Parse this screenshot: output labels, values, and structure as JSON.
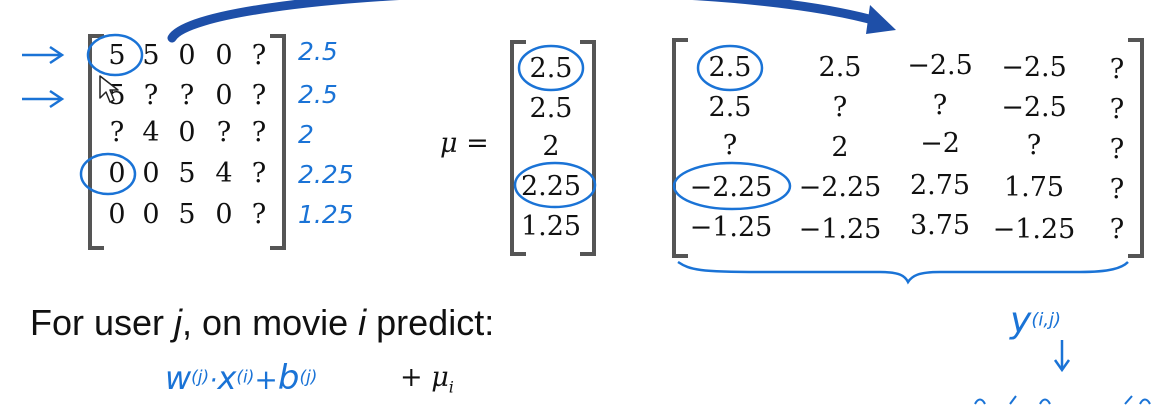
{
  "left_matrix": {
    "rows": [
      [
        "5",
        "5",
        "0",
        "0",
        "?"
      ],
      [
        "5",
        "?",
        "?",
        "0",
        "?"
      ],
      [
        "?",
        "4",
        "0",
        "?",
        "?"
      ],
      [
        "0",
        "0",
        "5",
        "4",
        "?"
      ],
      [
        "0",
        "0",
        "5",
        "0",
        "?"
      ]
    ]
  },
  "row_means_handwritten": [
    "2.5",
    "2.5",
    "2",
    "2.25",
    "1.25"
  ],
  "mu_label": "μ =",
  "mu_vector": [
    "2.5",
    "2.5",
    "2",
    "2.25",
    "1.25"
  ],
  "right_matrix": {
    "rows": [
      [
        "2.5",
        "2.5",
        "−2.5",
        "−2.5",
        "?"
      ],
      [
        "2.5",
        "?",
        "?",
        "−2.5",
        "?"
      ],
      [
        "?",
        "2",
        "−2",
        "?",
        "?"
      ],
      [
        "−2.25",
        "−2.25",
        "2.75",
        "1.75",
        "?"
      ],
      [
        "−1.25",
        "−1.25",
        "3.75",
        "−1.25",
        "?"
      ]
    ]
  },
  "prediction": {
    "p1": "For user ",
    "j": "j",
    "p2": ", on movie ",
    "i": "i",
    "p3": " predict:"
  },
  "formula": {
    "w": "w",
    "sup_j1": "(j)",
    "dot": "·",
    "x": "x",
    "sup_i": "(i)",
    "plus": "+",
    "b": "b",
    "sup_j2": "(j)",
    "mu_term": "+ μ",
    "mu_sub": "i"
  },
  "y_label": {
    "y": "y",
    "sup": "(i,j)"
  },
  "colors": {
    "annotation": "#1a73d6",
    "bracket": "#555555",
    "text": "#111111"
  }
}
